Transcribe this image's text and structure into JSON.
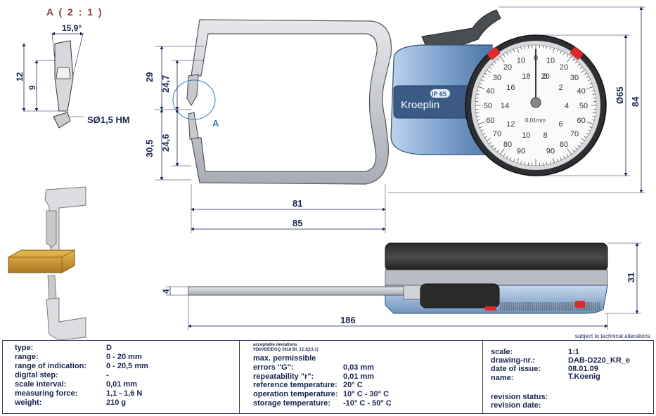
{
  "detail": {
    "title": "A ( 2 : 1 )",
    "angle": "15,9°",
    "dim_12": "12",
    "dim_9": "9",
    "tip": "SØ1,5 HM"
  },
  "front_view": {
    "dim_29": "29",
    "dim_24_7": "24,7",
    "dim_30_5": "30,5",
    "dim_24_6": "24,6",
    "dim_81": "81",
    "dim_85": "85",
    "dim_84": "84",
    "dim_dia65": "Ø65",
    "detail_marker": "A",
    "brand": "Kroeplin",
    "ip_label": "IP 65",
    "dial_unit": "0,01mm",
    "outer_scale": [
      "90",
      "80",
      "70",
      "60",
      "50",
      "40",
      "30",
      "20",
      "10",
      "0",
      "10",
      "20",
      "30",
      "40",
      "50",
      "60",
      "70",
      "80",
      "90"
    ],
    "inner_scale": [
      "20",
      "18",
      "16",
      "14",
      "12",
      "10",
      "8",
      "6",
      "4",
      "2",
      "0"
    ]
  },
  "side_view": {
    "dim_4": "4",
    "dim_31": "31",
    "dim_186": "186"
  },
  "footnote": "subject to technical alterations",
  "specs": {
    "type_label": "type:",
    "type_value": "D",
    "range_label": "range:",
    "range_value": "0 - 20 mm",
    "indication_label": "range of indication:",
    "indication_value": "0 - 20,5 mm",
    "digital_label": "digital step:",
    "digital_value": "-",
    "interval_label": "scale interval:",
    "interval_value": "0,01 mm",
    "force_label": "measuring force:",
    "force_value": "1,1 - 1,6 N",
    "weight_label": "weight:",
    "weight_value": "210 g"
  },
  "deviations": {
    "header1": "acceptable deviations",
    "header2": "VDI/VDE/DGQ 2618 Bl. 12.1(13.1)",
    "max_label": "max. permissible",
    "errors_label": "errors \"G\":",
    "errors_value": "0,03 mm",
    "repeat_label": "repeatability \"r\":",
    "repeat_value": "0,01 mm",
    "reftemp_label": "reference temperature:",
    "reftemp_value": "20° C",
    "optemp_label": "operation temperature:",
    "optemp_value": "10° C - 30° C",
    "storetemp_label": "storage temperature:",
    "storetemp_value": "-10° C - 50° C"
  },
  "drawing_info": {
    "scale_label": "scale:",
    "scale_value": "1:1",
    "nr_label": "drawing-nr.:",
    "nr_value": "DAB-D220_KR_e",
    "date_label": "date of issue:",
    "date_value": "08.01.09",
    "name_label": "name:",
    "name_value": "T.Koenig",
    "rev_status_label": "revision status:",
    "rev_date_label": "revision date:"
  },
  "colors": {
    "dimension": "#1a2450",
    "detail_title": "#8a3a3a",
    "frame": "#b9bcc4",
    "body_blue": "#5f86b4",
    "label_dark": "#3b5a86",
    "brass": "#d7a13b",
    "red": "#e02a2a"
  }
}
